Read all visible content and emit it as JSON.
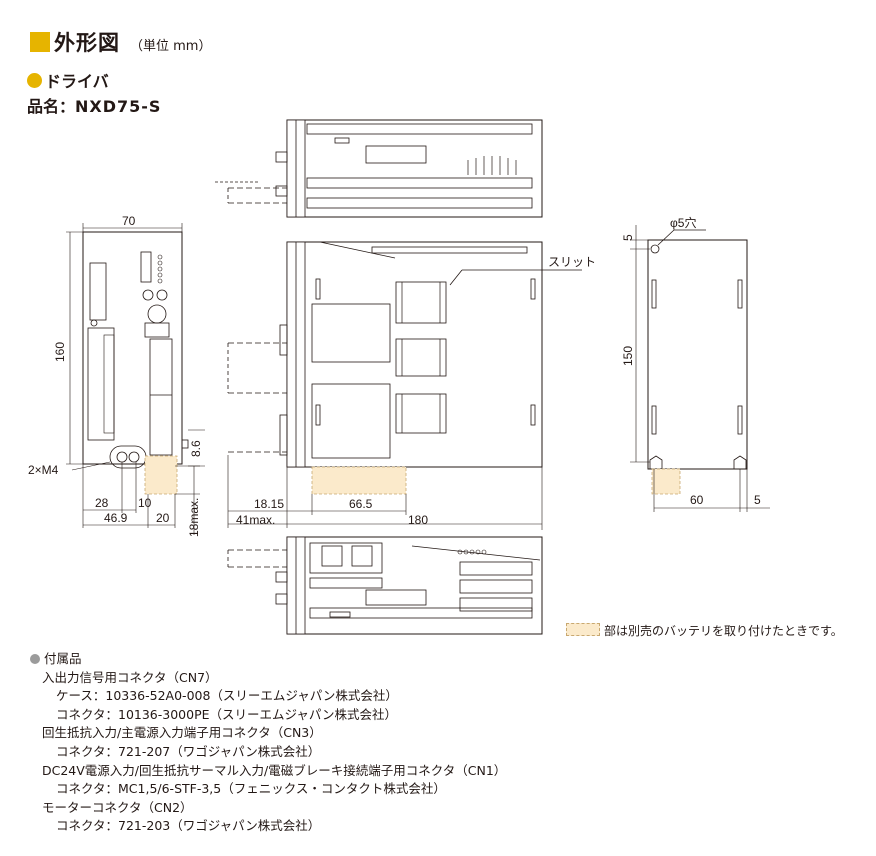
{
  "header": {
    "title": "外形図",
    "unit": "（単位 mm）",
    "subtitle": "ドライバ",
    "product_label": "品名：",
    "product_name": "NXD75-S"
  },
  "dimensions": {
    "front_width": "70",
    "front_height": "160",
    "screw": "2×M4",
    "d28": "28",
    "d10": "10",
    "d469": "46.9",
    "d20": "20",
    "d18max": "18max.",
    "d86": "8.6",
    "side_1815": "18.15",
    "side_41max": "41max.",
    "side_665": "66.5",
    "side_180": "180",
    "slit": "スリット",
    "hole": "φ5穴",
    "back_5_top": "5",
    "back_150": "150",
    "back_60": "60",
    "back_5_right": "5"
  },
  "legend": {
    "text": "部は別売のバッテリを取り付けたときです。"
  },
  "accessories": {
    "heading": "付属品",
    "lines": [
      {
        "level": 1,
        "text": "入出力信号用コネクタ（CN7）"
      },
      {
        "level": 2,
        "text": "ケース：10336-52A0-008（スリーエムジャパン株式会社）"
      },
      {
        "level": 2,
        "text": "コネクタ：10136-3000PE（スリーエムジャパン株式会社）"
      },
      {
        "level": 1,
        "text": "回生抵抗入力/主電源入力端子用コネクタ（CN3）"
      },
      {
        "level": 2,
        "text": "コネクタ：721-207（ワゴジャパン株式会社）"
      },
      {
        "level": 1,
        "text": "DC24V電源入力/回生抵抗サーマル入力/電磁ブレーキ接続端子用コネクタ（CN1）"
      },
      {
        "level": 2,
        "text": "コネクタ：MC1,5/6-STF-3,5（フェニックス・コンタクト株式会社）"
      },
      {
        "level": 1,
        "text": "モーターコネクタ（CN2）"
      },
      {
        "level": 2,
        "text": "コネクタ：721-203（ワゴジャパン株式会社）"
      }
    ]
  },
  "colors": {
    "accent": "#e6b400",
    "battery_fill": "#fbeacb"
  }
}
